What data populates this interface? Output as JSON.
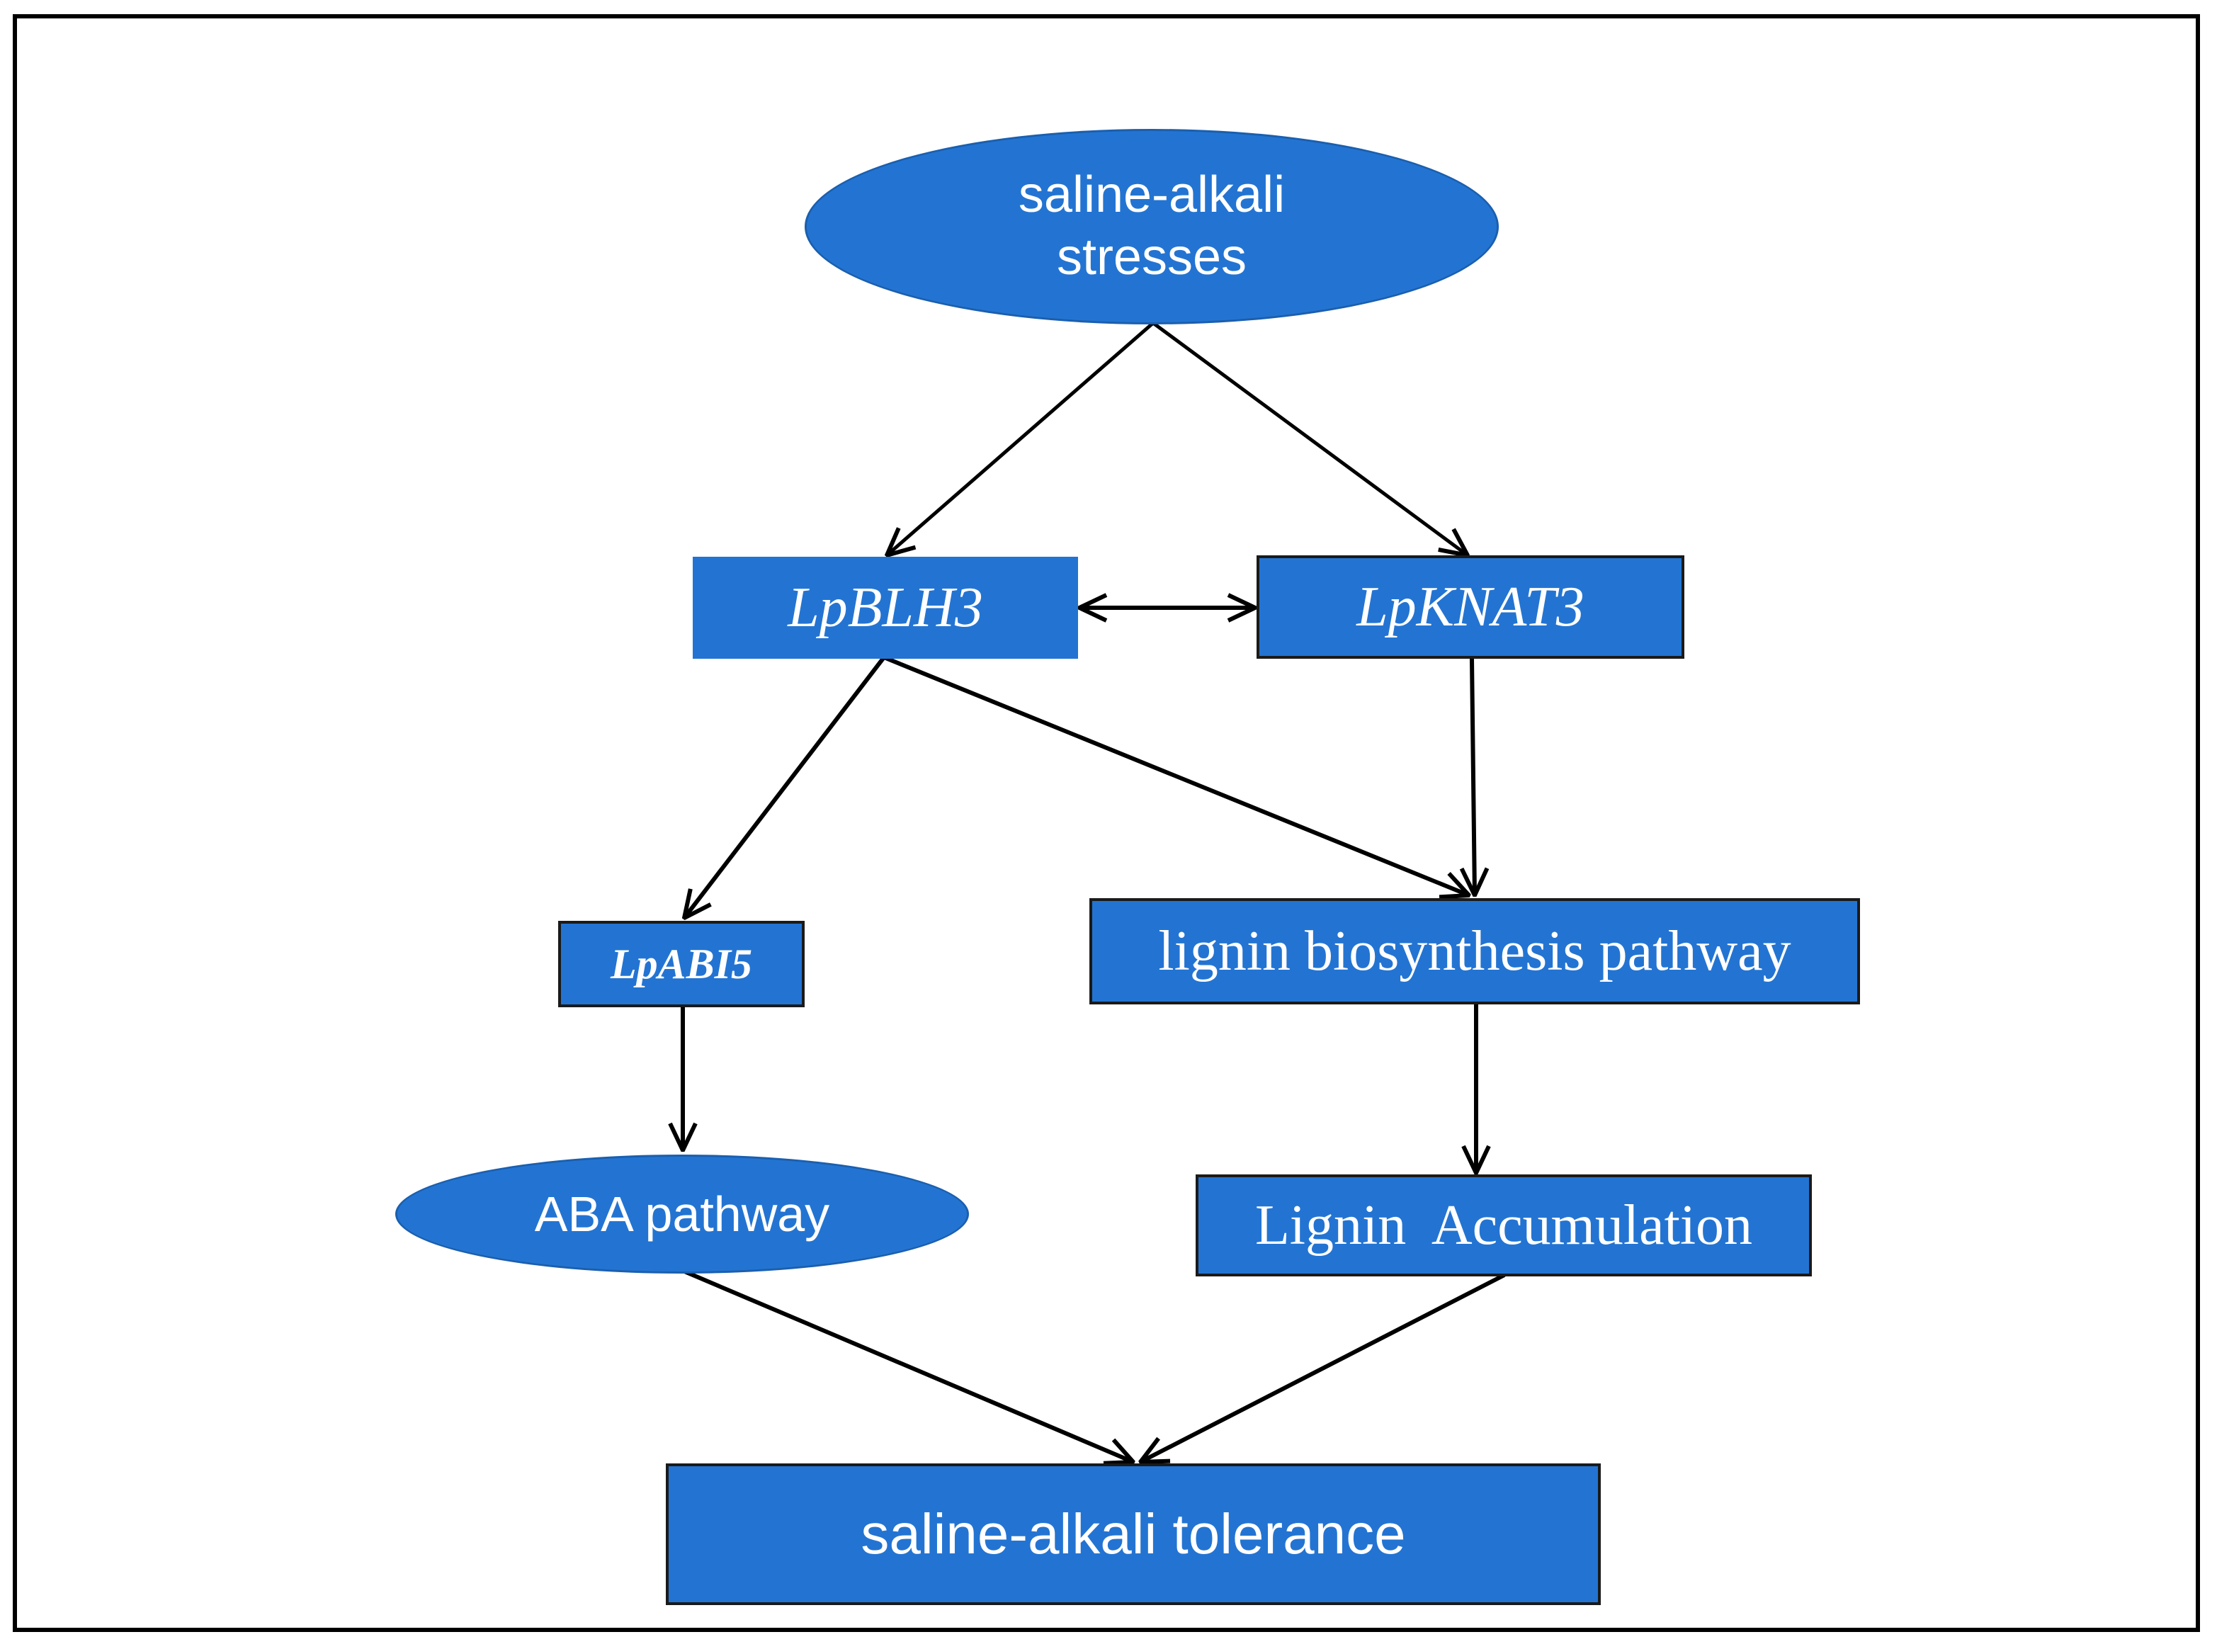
{
  "colors": {
    "node_fill": "#2374d2",
    "node_text": "#ffffff",
    "edge": "#000000"
  },
  "nodes": {
    "stress": {
      "line1": "saline-alkali",
      "line2": "stresses"
    },
    "blh3": {
      "label": "LpBLH3"
    },
    "knat3": {
      "label": "LpKNAT3"
    },
    "abi5": {
      "label": "LpABI5"
    },
    "lignin_path": {
      "label": "lignin biosynthesis pathway"
    },
    "aba": {
      "label": "ABA pathway"
    },
    "lignin_acc": {
      "label": "Lignin  Accumulation"
    },
    "tolerance": {
      "label": "saline-alkali tolerance"
    }
  },
  "edges": [
    {
      "from": "saline-alkali stresses",
      "to": "LpBLH3"
    },
    {
      "from": "saline-alkali stresses",
      "to": "LpKNAT3"
    },
    {
      "from": "LpBLH3",
      "to": "LpKNAT3",
      "bidirectional": true
    },
    {
      "from": "LpBLH3",
      "to": "LpABI5"
    },
    {
      "from": "LpBLH3",
      "to": "lignin biosynthesis pathway"
    },
    {
      "from": "LpKNAT3",
      "to": "lignin biosynthesis pathway"
    },
    {
      "from": "LpABI5",
      "to": "ABA pathway"
    },
    {
      "from": "lignin biosynthesis pathway",
      "to": "Lignin  Accumulation"
    },
    {
      "from": "ABA pathway",
      "to": "saline-alkali tolerance"
    },
    {
      "from": "Lignin  Accumulation",
      "to": "saline-alkali tolerance"
    }
  ]
}
